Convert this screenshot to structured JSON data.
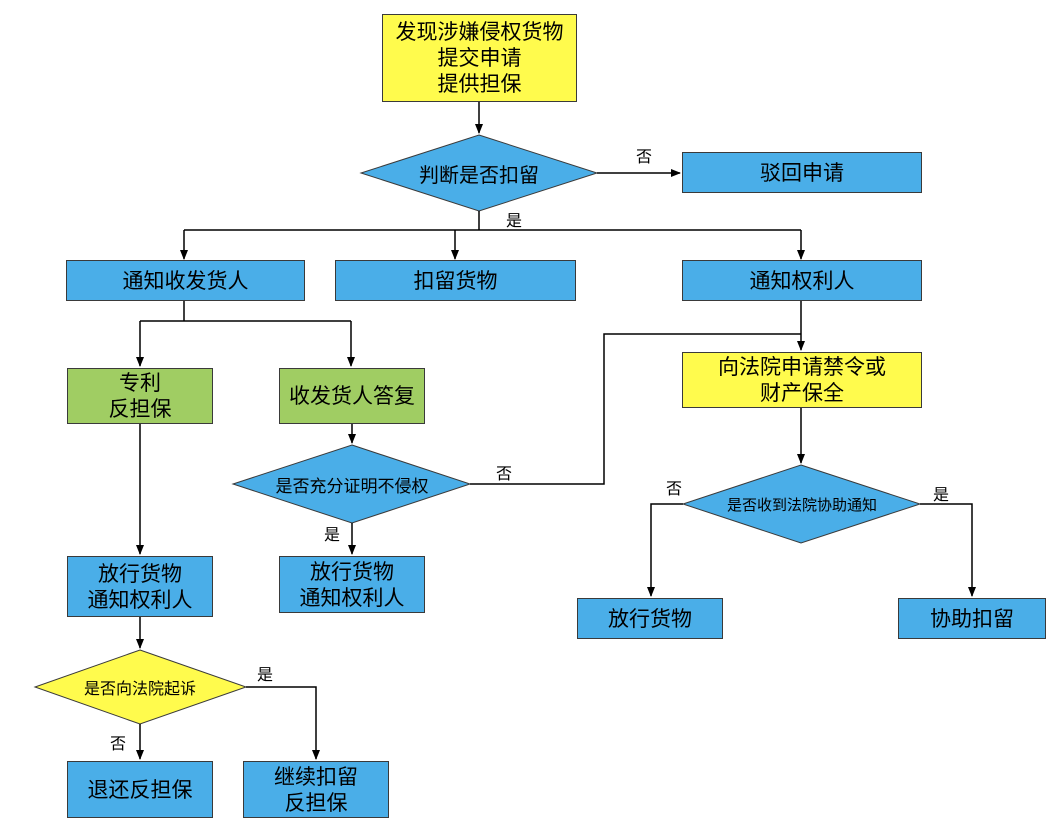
{
  "colors": {
    "blue": "#4aaee8",
    "yellow": "#fffb4d",
    "green": "#a0cd63"
  },
  "nodes": {
    "start": [
      "发现涉嫌侵权货物",
      "提交申请",
      "提供担保"
    ],
    "decide_detain": "判断是否扣留",
    "reject": "驳回申请",
    "notify_consignee": "通知收发货人",
    "detain_goods": "扣留货物",
    "notify_owner": "通知权利人",
    "patent_counter": [
      "专利",
      "反担保"
    ],
    "consignee_reply": "收发货人答复",
    "decide_proof": "是否充分证明不侵权",
    "release_a": [
      "放行货物",
      "通知权利人"
    ],
    "release_b": [
      "放行货物",
      "通知权利人"
    ],
    "court_apply": [
      "向法院申请禁令或",
      "财产保全"
    ],
    "decide_court_notice": "是否收到法院协助通知",
    "release_goods": "放行货物",
    "assist_detain": "协助扣留",
    "decide_sue": "是否向法院起诉",
    "return_counter": "退还反担保",
    "continue_detain": [
      "继续扣留",
      "反担保"
    ]
  },
  "labels": {
    "no_1": "否",
    "yes_1": "是",
    "no_2": "否",
    "yes_2": "是",
    "no_3": "否",
    "yes_3": "是",
    "yes_4": "是",
    "no_4": "否"
  }
}
